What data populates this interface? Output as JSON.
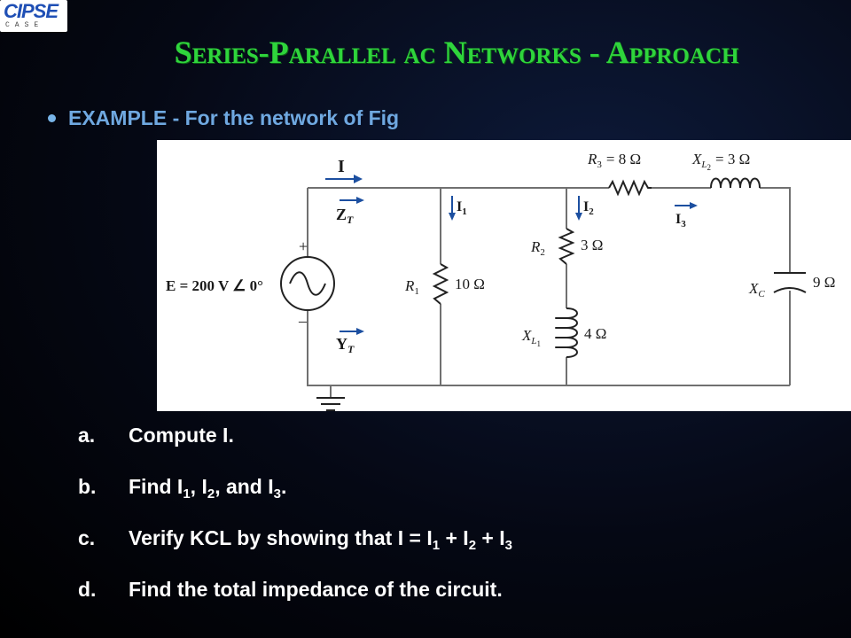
{
  "logo": {
    "mark": "CIPSE",
    "sub": "CASE"
  },
  "title": "Series-Parallel ac Networks - Approach",
  "bullet": "EXAMPLE  - For the network of Fig",
  "figure": {
    "current_I": "I",
    "ZT": "Z",
    "ZT_sub": "T",
    "YT": "Y",
    "YT_sub": "T",
    "plus": "+",
    "minus": "–",
    "source": "E  =  200 V ∠ 0°",
    "I1": "I",
    "I1_sub": "1",
    "I2": "I",
    "I2_sub": "2",
    "I3": "I",
    "I3_sub": "3",
    "R1_name": "R",
    "R1_sub": "1",
    "R1_value": "10 Ω",
    "R2_name": "R",
    "R2_sub": "2",
    "R2_value": "3 Ω",
    "XL1_name": "X",
    "XL1_sub": "L",
    "XL1_subsub": "1",
    "XL1_value": "4 Ω",
    "R3_name": "R",
    "R3_sub": "3",
    "R3_value": "= 8 Ω",
    "XL2_name": "X",
    "XL2_sub": "L",
    "XL2_subsub": "2",
    "XL2_value": "= 3 Ω",
    "XC_name": "X",
    "XC_sub": "C",
    "XC_value": "9 Ω"
  },
  "tasks": [
    {
      "letter": "a.",
      "text": "Compute I."
    },
    {
      "letter": "b.",
      "parts": [
        "Find I",
        "1",
        ", I",
        "2",
        ", and I",
        "3",
        "."
      ]
    },
    {
      "letter": "c.",
      "parts": [
        "Verify KCL by showing that I = I",
        "1",
        " + I",
        "2",
        " + I",
        "3"
      ]
    },
    {
      "letter": "d.",
      "text": "Find the total impedance of the circuit."
    }
  ],
  "colors": {
    "title": "#2fd43c",
    "bullet": "#6fa8e0",
    "arrow": "#1c4fa0",
    "text": "#ffffff"
  }
}
